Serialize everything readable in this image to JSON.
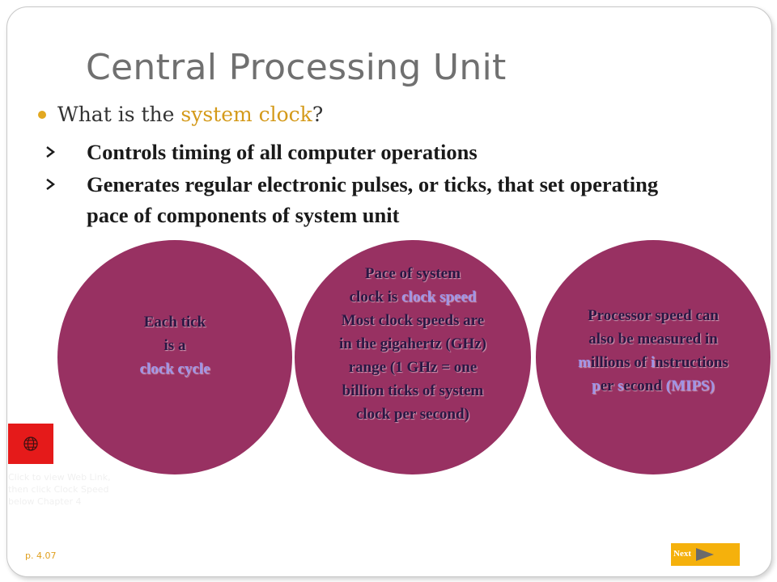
{
  "slide": {
    "title": "Central Processing Unit",
    "question": {
      "prefix": "What is the ",
      "highlight": "system clock",
      "suffix": "?"
    },
    "sub_bullets": [
      "Controls timing of all computer operations",
      "Generates regular electronic pulses, or ticks, that set operating pace of components of system unit"
    ]
  },
  "circles": {
    "left": {
      "line1": "Each tick",
      "line2": "is a",
      "line3": "clock cycle"
    },
    "middle": {
      "line1": "Pace of system",
      "line2_prefix": "clock is ",
      "line2_highlight": "clock speed",
      "line3": "Most clock speeds are",
      "line4": "in the gigahertz (GHz)",
      "line5": "range (1 GHz = one",
      "line6": "billion ticks of system",
      "line7": "clock per second)"
    },
    "right": {
      "line1": "Processor speed can",
      "line2": "also be measured in",
      "line3_m": "m",
      "line3_rest1": "illions of ",
      "line3_i": "i",
      "line3_rest2": "nstructions",
      "line4_p": "p",
      "line4_rest1": "er ",
      "line4_s": "s",
      "line4_rest2": "econd ",
      "line4_mips": "(MIPS)"
    }
  },
  "weblink": {
    "icon": "globe-icon",
    "caption": "Click to view Web Link, then click Clock Speed below Chapter 4"
  },
  "footer": {
    "page_ref": "p. 4.07",
    "next_label": "Next"
  },
  "colors": {
    "title": "#707070",
    "accent": "#d49a1a",
    "circle_fill": "#983162",
    "circle_text": "#2a1744",
    "circle_highlight": "#9d94e8",
    "weblink_button": "#e51a1a",
    "next_button": "#f5b10c"
  }
}
